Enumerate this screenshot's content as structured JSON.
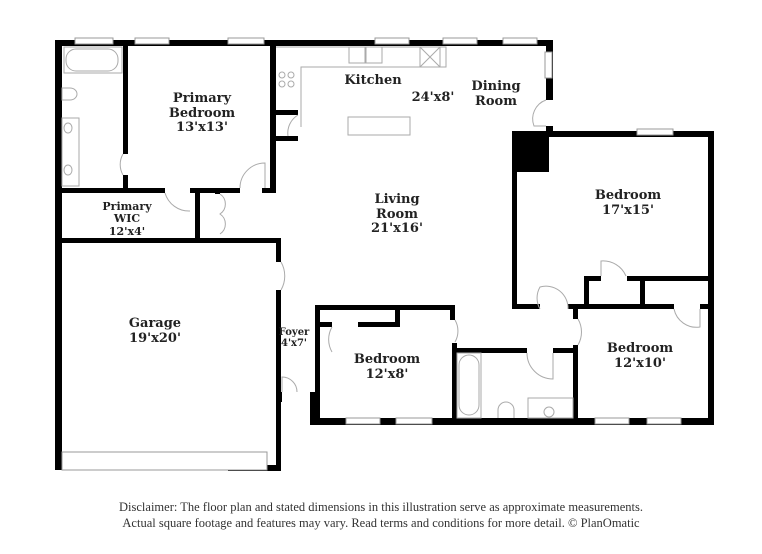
{
  "floorplan": {
    "rooms": [
      {
        "id": "primary-bedroom",
        "name_line1": "Primary",
        "name_line2": "Bedroom",
        "dims": "13'x13'"
      },
      {
        "id": "primary-wic",
        "name_line1": "Primary",
        "name_line2": "WIC",
        "dims": "12'x4'"
      },
      {
        "id": "kitchen",
        "name": "Kitchen",
        "dims": "24'x8'"
      },
      {
        "id": "dining-room",
        "name_line1": "Dining",
        "name_line2": "Room"
      },
      {
        "id": "living-room",
        "name_line1": "Living",
        "name_line2": "Room",
        "dims": "21'x16'"
      },
      {
        "id": "bedroom-17x15",
        "name": "Bedroom",
        "dims": "17'x15'"
      },
      {
        "id": "garage",
        "name": "Garage",
        "dims": "19'x20'"
      },
      {
        "id": "foyer",
        "name": "Foyer",
        "dims": "4'x7'"
      },
      {
        "id": "bedroom-12x8",
        "name": "Bedroom",
        "dims": "12'x8'"
      },
      {
        "id": "bedroom-12x10",
        "name": "Bedroom",
        "dims": "12'x10'"
      }
    ],
    "colors": {
      "wall": "#000000",
      "fixture": "#aaaaaa",
      "window": "#bbbbbb",
      "background": "#ffffff"
    }
  },
  "disclaimer": {
    "line1": "Disclaimer: The floor plan and stated dimensions in this illustration serve as approximate measurements.",
    "line2": "Actual square footage and features may vary. Read terms and conditions for more detail. © PlanOmatic"
  }
}
